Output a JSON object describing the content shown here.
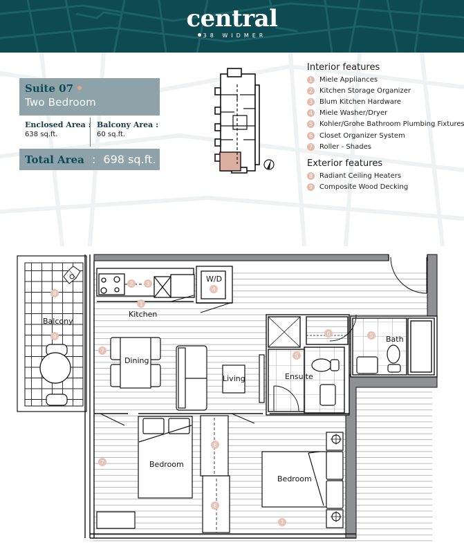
{
  "header": {
    "brand_name": "central",
    "brand_address": "38 WIDMER",
    "background_color": "#0d4a52"
  },
  "suite": {
    "number": "Suite 07",
    "type": "Two Bedroom",
    "enclosed_area_label": "Enclosed Area :",
    "enclosed_area_value": "638 sq.ft.",
    "balcony_area_label": "Balcony Area :",
    "balcony_area_value": "60 sq.ft.",
    "total_area_label": "Total Area",
    "total_area_separator": ":",
    "total_area_value": "698 sq.ft.",
    "box_color": "#8ea2aa",
    "title_color": "#0f4b55"
  },
  "keyplan": {
    "highlight_color": "#dcaea0",
    "compass_icon": "north-arrow-icon"
  },
  "features": {
    "interior_title": "Interior features",
    "interior": [
      {
        "num": "1",
        "label": "Miele Appliances"
      },
      {
        "num": "2",
        "label": "Kitchen Storage Organizer"
      },
      {
        "num": "3",
        "label": "Blum Kitchen Hardware"
      },
      {
        "num": "4",
        "label": "Miele Washer/Dryer"
      },
      {
        "num": "5",
        "label": "Kohler/Grohe Bathroom Plumbing Fixtures"
      },
      {
        "num": "6",
        "label": "Closet Organizer System"
      },
      {
        "num": "7",
        "label": "Roller - Shades"
      }
    ],
    "exterior_title": "Exterior features",
    "exterior": [
      {
        "num": "8",
        "label": "Radiant Ceiling Heaters"
      },
      {
        "num": "9",
        "label": "Composite Wood Decking"
      }
    ],
    "marker_color": "#e6b8a8"
  },
  "floorplan": {
    "rooms": {
      "balcony": "Balcony",
      "kitchen": "Kitchen",
      "dining": "Dining",
      "living": "Living",
      "wd": "W/D",
      "ensuite": "Ensuite",
      "bath": "Bath",
      "bedroom1": "Bedroom",
      "bedroom2": "Bedroom"
    },
    "markers": {
      "kitchen_appliances": "1",
      "kitchen_storage": "2",
      "kitchen_hardware": "3",
      "washer_dryer": "4",
      "ensuite_fixtures": "5",
      "bath_fixtures": "5",
      "ensuite_closet": "6",
      "bedroom_closet_upper": "6",
      "bedroom_closet_lower": "6",
      "dining_shades": "7",
      "bedroom1_shades": "7",
      "bedroom2_shades": "7",
      "balcony_heater": "8",
      "balcony_decking": "9"
    },
    "wall_color": "#8f9093"
  }
}
